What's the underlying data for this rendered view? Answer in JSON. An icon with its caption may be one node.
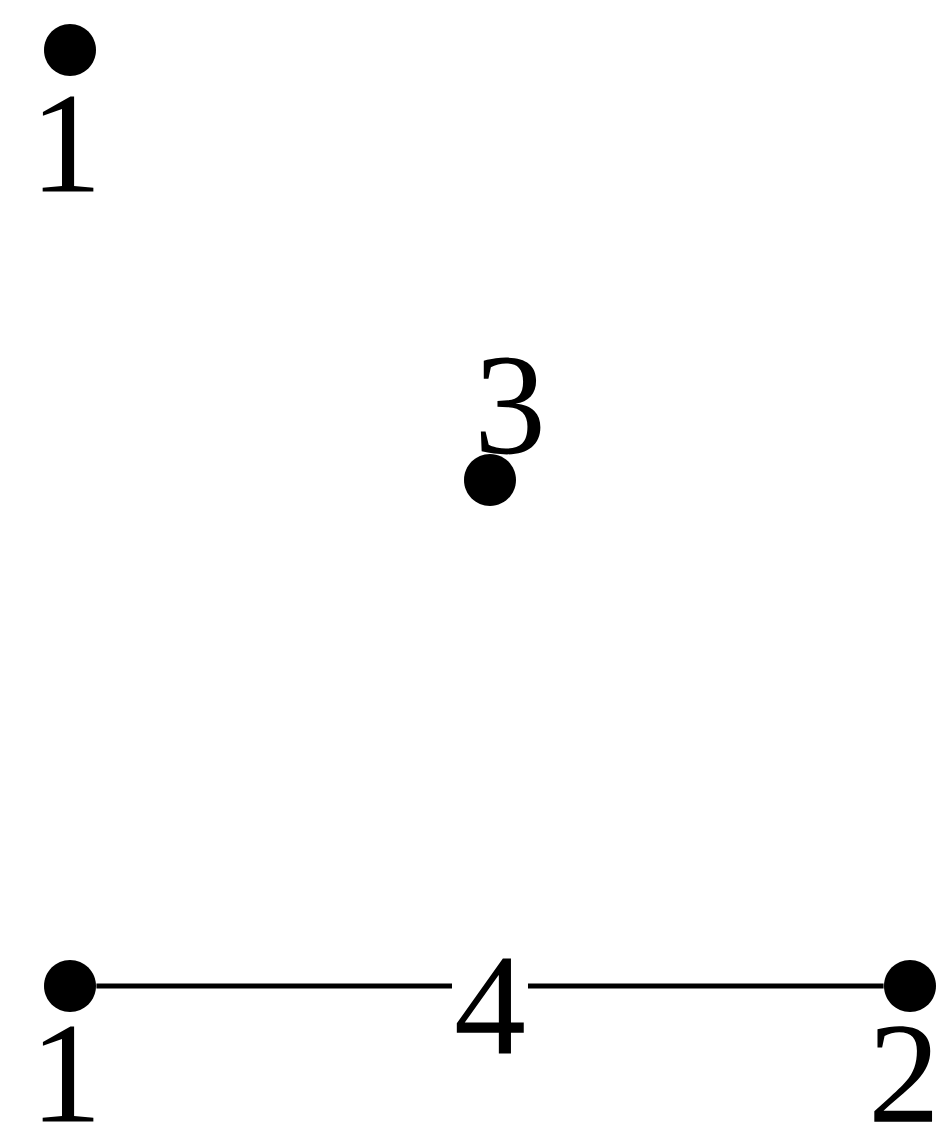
{
  "diagram": {
    "nodes": [
      {
        "text": [],
        "shape": "circle",
        "beside": [
          "1"
        ]
      },
      {
        "text": [],
        "shape": "circle",
        "beside": [
          "3"
        ]
      },
      {
        "text": [],
        "shape": "circle",
        "beside": [
          "1"
        ]
      },
      {
        "text": [],
        "shape": "circle",
        "beside": [
          "2"
        ]
      }
    ],
    "edges": [
      {
        "from": 2,
        "to": 3,
        "arrow": "none",
        "label": "4"
      }
    ]
  }
}
